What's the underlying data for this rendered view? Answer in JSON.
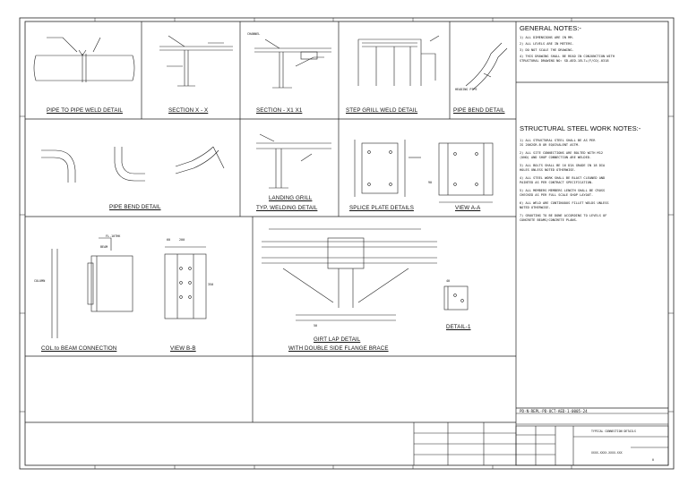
{
  "drawing": {
    "details": [
      {
        "id": "d1",
        "label": "PIPE TO PIPE WELD DETAIL"
      },
      {
        "id": "d2",
        "label": "SECTION X - X"
      },
      {
        "id": "d3",
        "label": "SECTION - X1 X1"
      },
      {
        "id": "d4",
        "label": "STEP GRILL WELD DETAIL"
      },
      {
        "id": "d5",
        "label": "PIPE BEND DETAIL"
      },
      {
        "id": "d6",
        "label": "PIPE BEND DETAIL"
      },
      {
        "id": "d7a",
        "label": "LANDING GRILL"
      },
      {
        "id": "d7b",
        "label": "TYP. WELDING DETAIL"
      },
      {
        "id": "d8",
        "label": "SPLICE PLATE DETAILS"
      },
      {
        "id": "d9",
        "label": "VIEW A-A"
      },
      {
        "id": "d10",
        "label": "COL.to BEAM CONNECTION"
      },
      {
        "id": "d11",
        "label": "VIEW B-B"
      },
      {
        "id": "d12a",
        "label": "GIRT LAP DETAIL"
      },
      {
        "id": "d12b",
        "label": "WITH DOUBLE SIDE FLANGE BRACE"
      },
      {
        "id": "d13",
        "label": "DETAIL-1"
      }
    ],
    "annotations": {
      "column": "COLUMN",
      "beam": "BEAM",
      "flange": "FL.10THK",
      "heading_pipe": "HEADING PIPE",
      "channel": "CHANNEL",
      "dim_50": "50",
      "dim_60": "60",
      "dim_200": "200",
      "dim_350": "350",
      "dim_40": "40",
      "dim_90": "90"
    }
  },
  "general_notes": {
    "title": "GENERAL NOTES:-",
    "items": [
      "1) ALL DIMENSIONS ARE IN MM.",
      "2) ALL LEVELS ARE IN METERS.",
      "3) DO NOT SCALE THE DRAWING.",
      "4) THIS DRAWING SHALL BE READ IN CONJUNCTION WITH",
      "   STRUCTURAL DRAWING NO: SD-AED-1EL7+(F/CO)-0318"
    ]
  },
  "steel_notes": {
    "title": "STRUCTURAL STEEL WORK NOTES:-",
    "items": [
      "1) ALL STRUCTURAL STEEL SHALL BE AS PER",
      "   IS 2062GR.B OR EQUIVALENT ASTM.",
      "2) ALL SITE CONNECTIONS ARE BOLTED WITH M12",
      "   (UNO) AND SHOP CONNECTION ARE WELDED.",
      "3) ALL BOLTS SHALL BE 16 DIA GRADE IN 18 DIA",
      "   HOLES UNLESS NOTED OTHERWISE.",
      "4) ALL STEEL WORK SHALL BE BLAST CLEANED AND",
      "   PAINTED AS PER CONTRACT SPECIFICATION.",
      "5) ALL MEMBERS MEMBERS LENGTH SHALL BE CROSS",
      "   CHECKED AS PER FULL SCALE SHOP LAYOUT.",
      "6) ALL WELD ARE CONTINUOUS FILLET WELDS UNLESS",
      "   NOTED OTHERWISE.",
      "7) GROUTING TO BE DONE ACCORDING TO LEVELS OF",
      "   CONCRETE BEAMS/CONCRETE PLANS."
    ]
  },
  "title_block": {
    "doc_ref": "PD-N-REPL-PD-OCT-AED-1-0005-24",
    "drawing_title": "TYPICAL CONNECTION DETAILS",
    "drawing_no": "XXXX-XXXX-XXXX-XXX",
    "rev": "0"
  }
}
